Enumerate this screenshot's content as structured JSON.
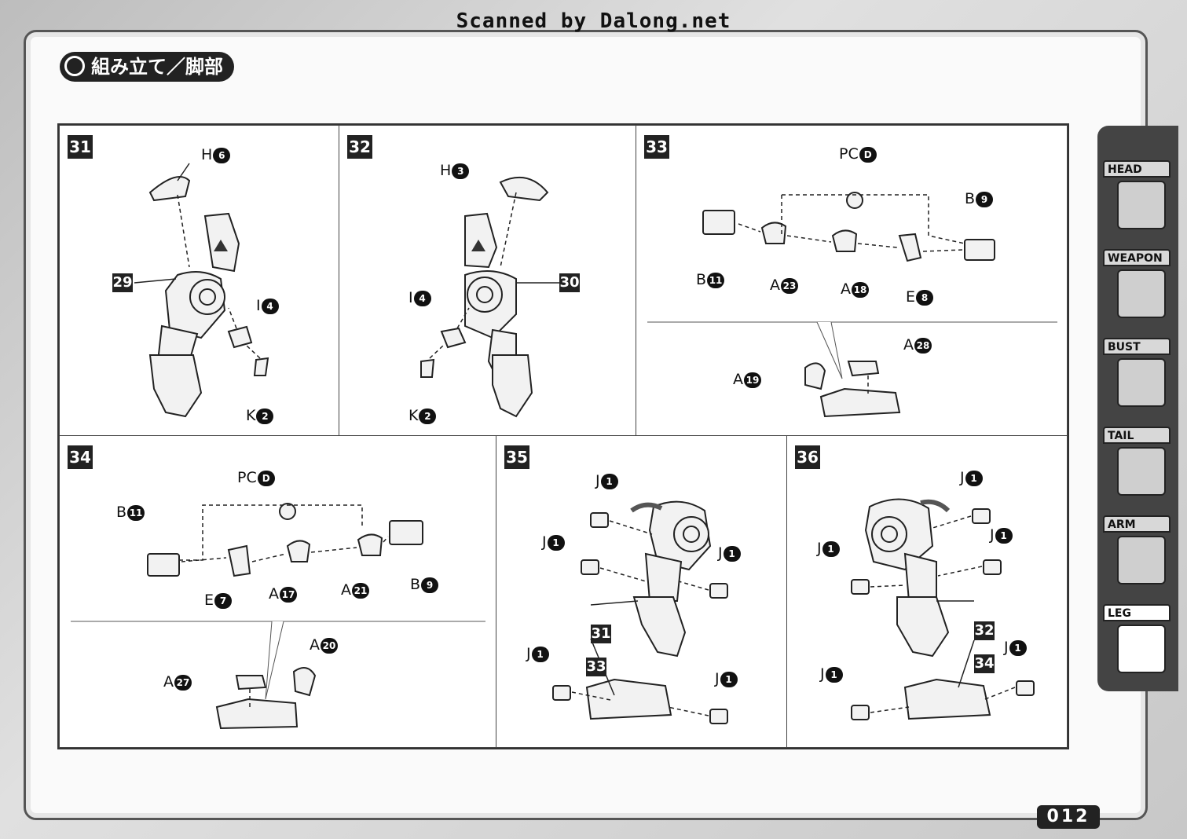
{
  "header": {
    "scanner_credit": "Scanned by Dalong.net",
    "title": "組み立て／脚部"
  },
  "steps": {
    "s31": {
      "num": "31",
      "ref": "29",
      "h": "H",
      "h_n": "6",
      "i": "I",
      "i_n": "4",
      "k": "K",
      "k_n": "2"
    },
    "s32": {
      "num": "32",
      "ref": "30",
      "h": "H",
      "h_n": "3",
      "i": "I",
      "i_n": "4",
      "k": "K",
      "k_n": "2"
    },
    "s33": {
      "num": "33",
      "pc": "PC",
      "pc_n": "D",
      "b1": "B",
      "b1_n": "9",
      "b2": "B",
      "b2_n": "11",
      "a1": "A",
      "a1_n": "23",
      "a2": "A",
      "a2_n": "18",
      "e": "E",
      "e_n": "8",
      "a3": "A",
      "a3_n": "28",
      "a4": "A",
      "a4_n": "19"
    },
    "s34": {
      "num": "34",
      "pc": "PC",
      "pc_n": "D",
      "b1": "B",
      "b1_n": "11",
      "b2": "B",
      "b2_n": "9",
      "e": "E",
      "e_n": "7",
      "a1": "A",
      "a1_n": "17",
      "a2": "A",
      "a2_n": "21",
      "a3": "A",
      "a3_n": "20",
      "a4": "A",
      "a4_n": "27"
    },
    "s35": {
      "num": "35",
      "j": "J",
      "j_n": "1",
      "ref1": "31",
      "ref2": "33"
    },
    "s36": {
      "num": "36",
      "j": "J",
      "j_n": "1",
      "ref1": "32",
      "ref2": "34"
    }
  },
  "tabs": [
    {
      "label": "HEAD"
    },
    {
      "label": "WEAPON"
    },
    {
      "label": "BUST"
    },
    {
      "label": "TAIL"
    },
    {
      "label": "ARM"
    },
    {
      "label": "LEG"
    }
  ],
  "page_number": "012"
}
